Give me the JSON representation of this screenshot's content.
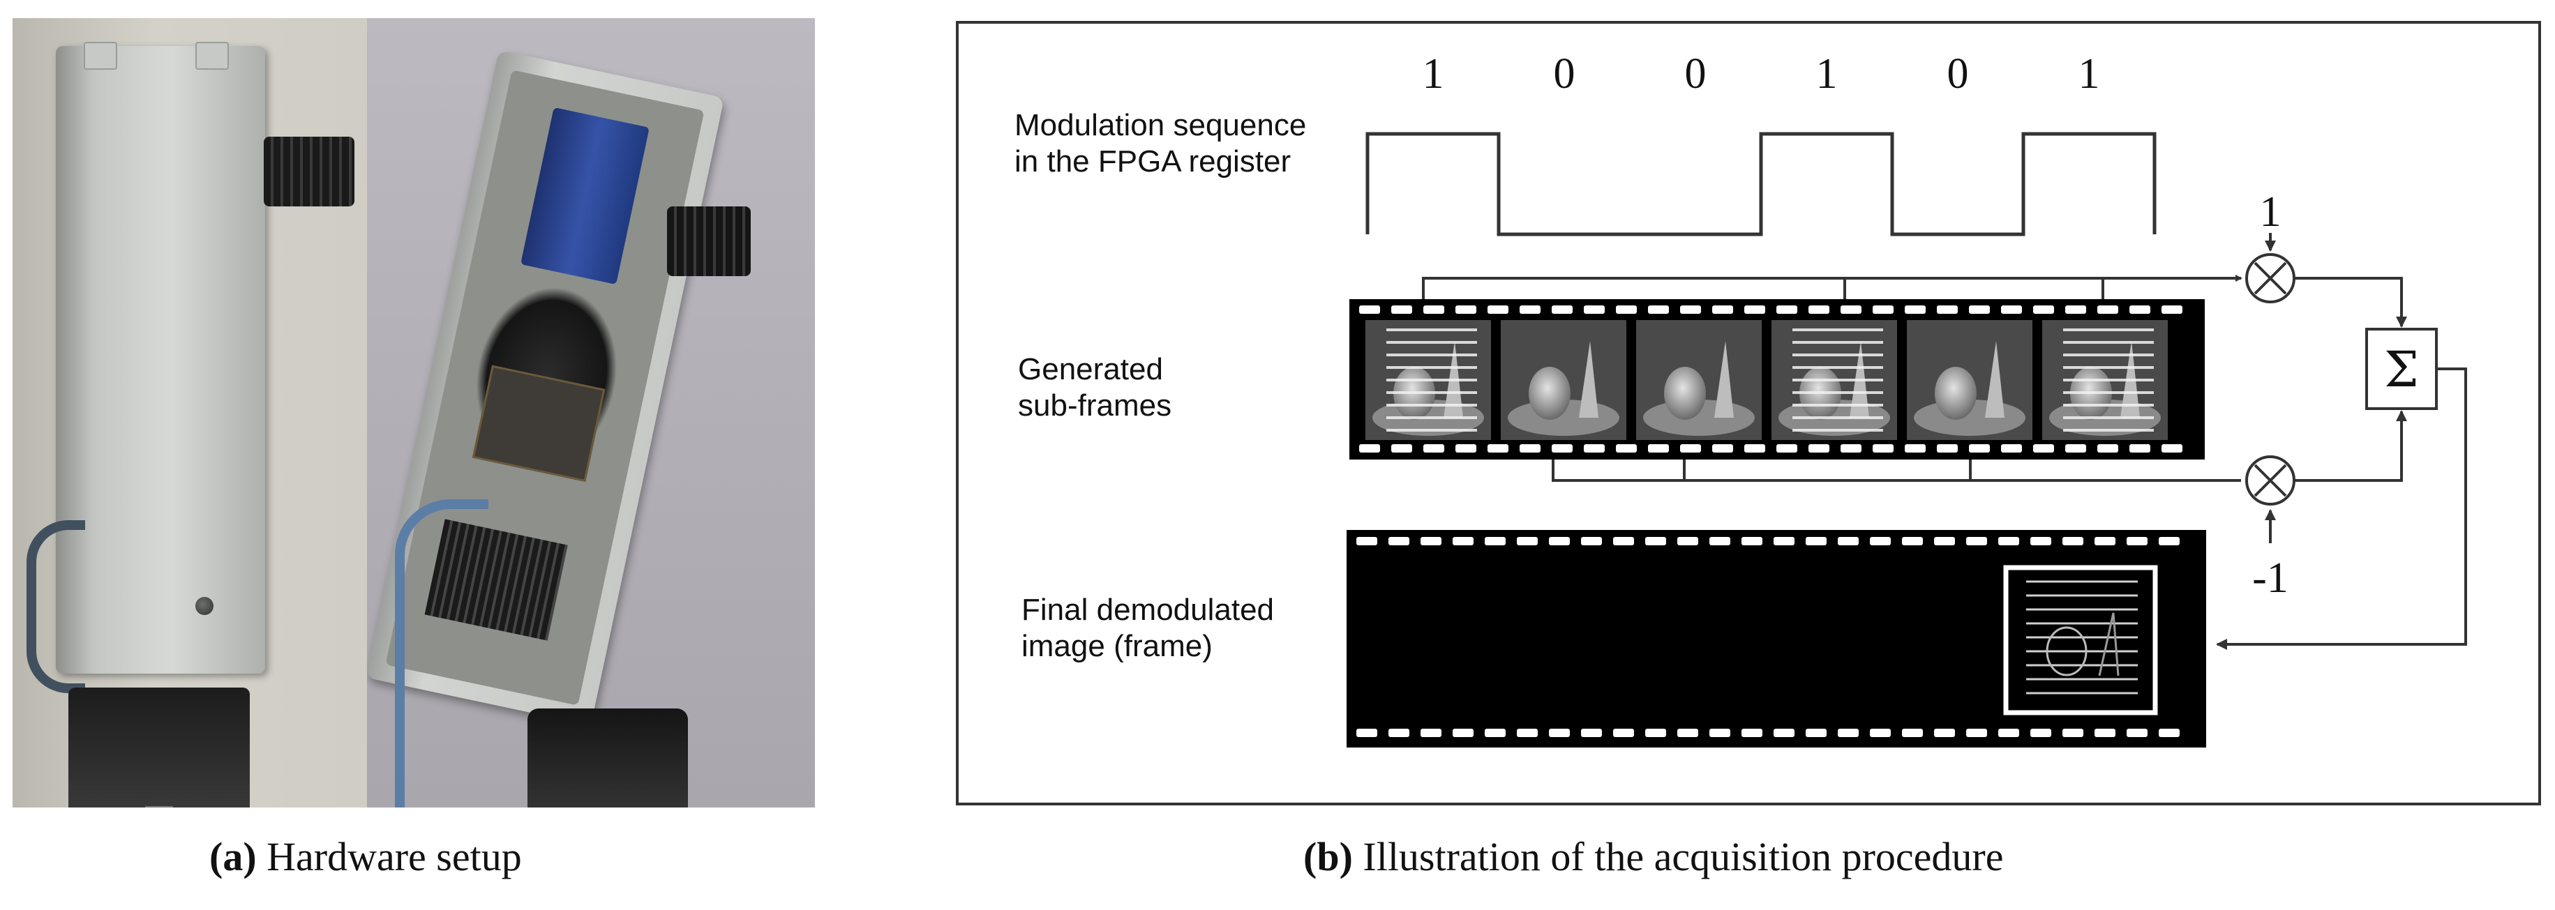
{
  "panel_a": {
    "caption_letter": "(a)",
    "caption_text": " Hardware setup"
  },
  "panel_b": {
    "caption_letter": "(b)",
    "caption_text": " Illustration of the acquisition procedure",
    "labels": {
      "modulation": "Modulation sequence\nin the FPGA register",
      "subframes": "Generated\nsub-frames",
      "final": "Final demodulated\nimage (frame)"
    },
    "modulation_bits": [
      "1",
      "0",
      "0",
      "1",
      "0",
      "1"
    ],
    "weight_positive": "1",
    "weight_negative": "-1",
    "sum_symbol": "Σ",
    "multiply_symbol": "×"
  }
}
